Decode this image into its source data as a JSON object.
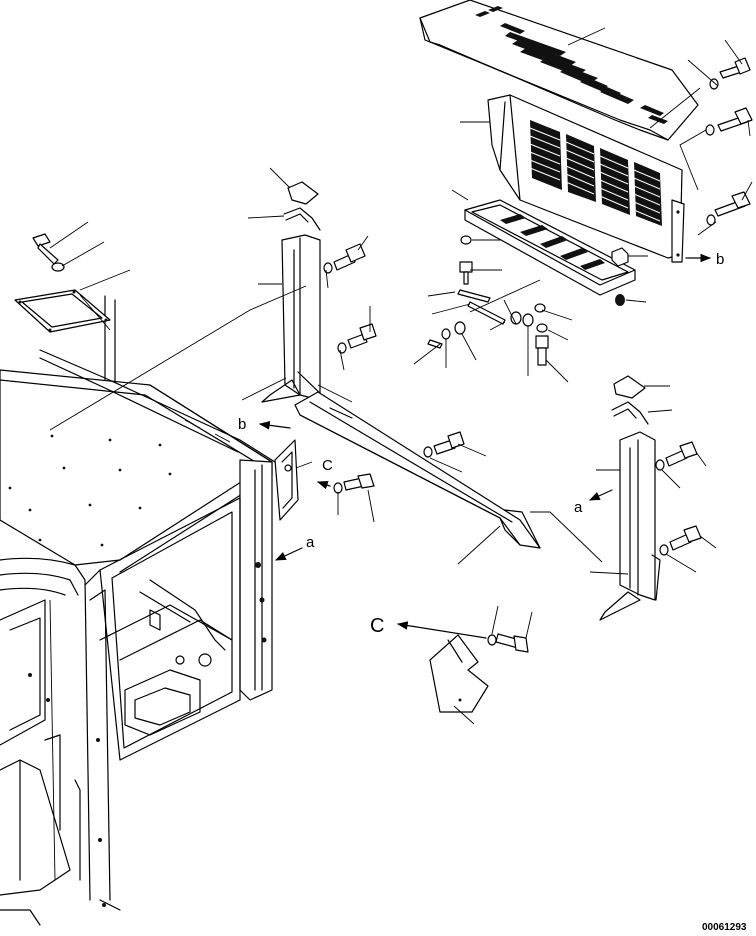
{
  "labels": {
    "b_top": "b",
    "b_left": "b",
    "c_left": "C",
    "c_big": "C",
    "a_left": "a",
    "a_right": "a"
  },
  "drawing_code": "00061293"
}
